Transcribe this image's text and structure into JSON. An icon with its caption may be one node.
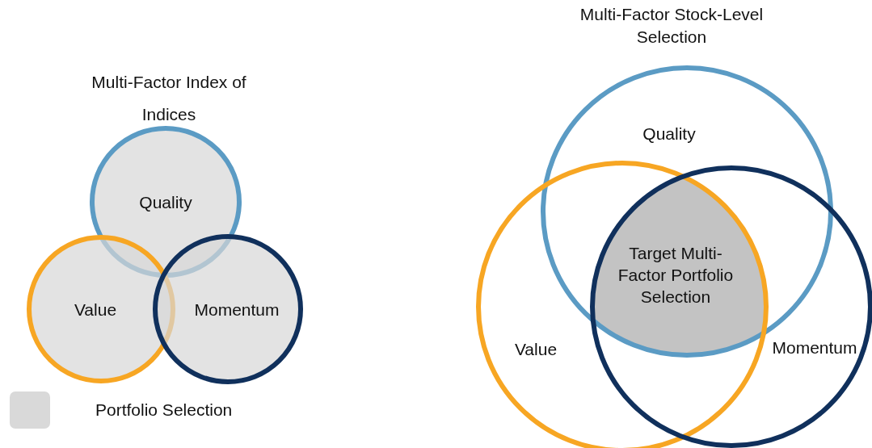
{
  "diagram": {
    "nodes": [
      {
        "text": [
          "Quality"
        ]
      },
      {
        "text": [
          "Value"
        ]
      },
      {
        "text": [
          "Momentum"
        ]
      },
      {
        "text": [
          "Quality"
        ]
      },
      {
        "text": [
          "Value"
        ]
      },
      {
        "text": [
          "Momentum"
        ]
      },
      {
        "text": [
          "Target Multi-Factor Portfolio Selection"
        ]
      }
    ],
    "edges": [],
    "labels": [
      "Multi-Factor Index of Indices",
      "Multi-Factor Stock-Level Selection"
    ],
    "legend": [
      {
        "text": "Portfolio Selection",
        "color": "#d9d9d9"
      }
    ]
  }
}
